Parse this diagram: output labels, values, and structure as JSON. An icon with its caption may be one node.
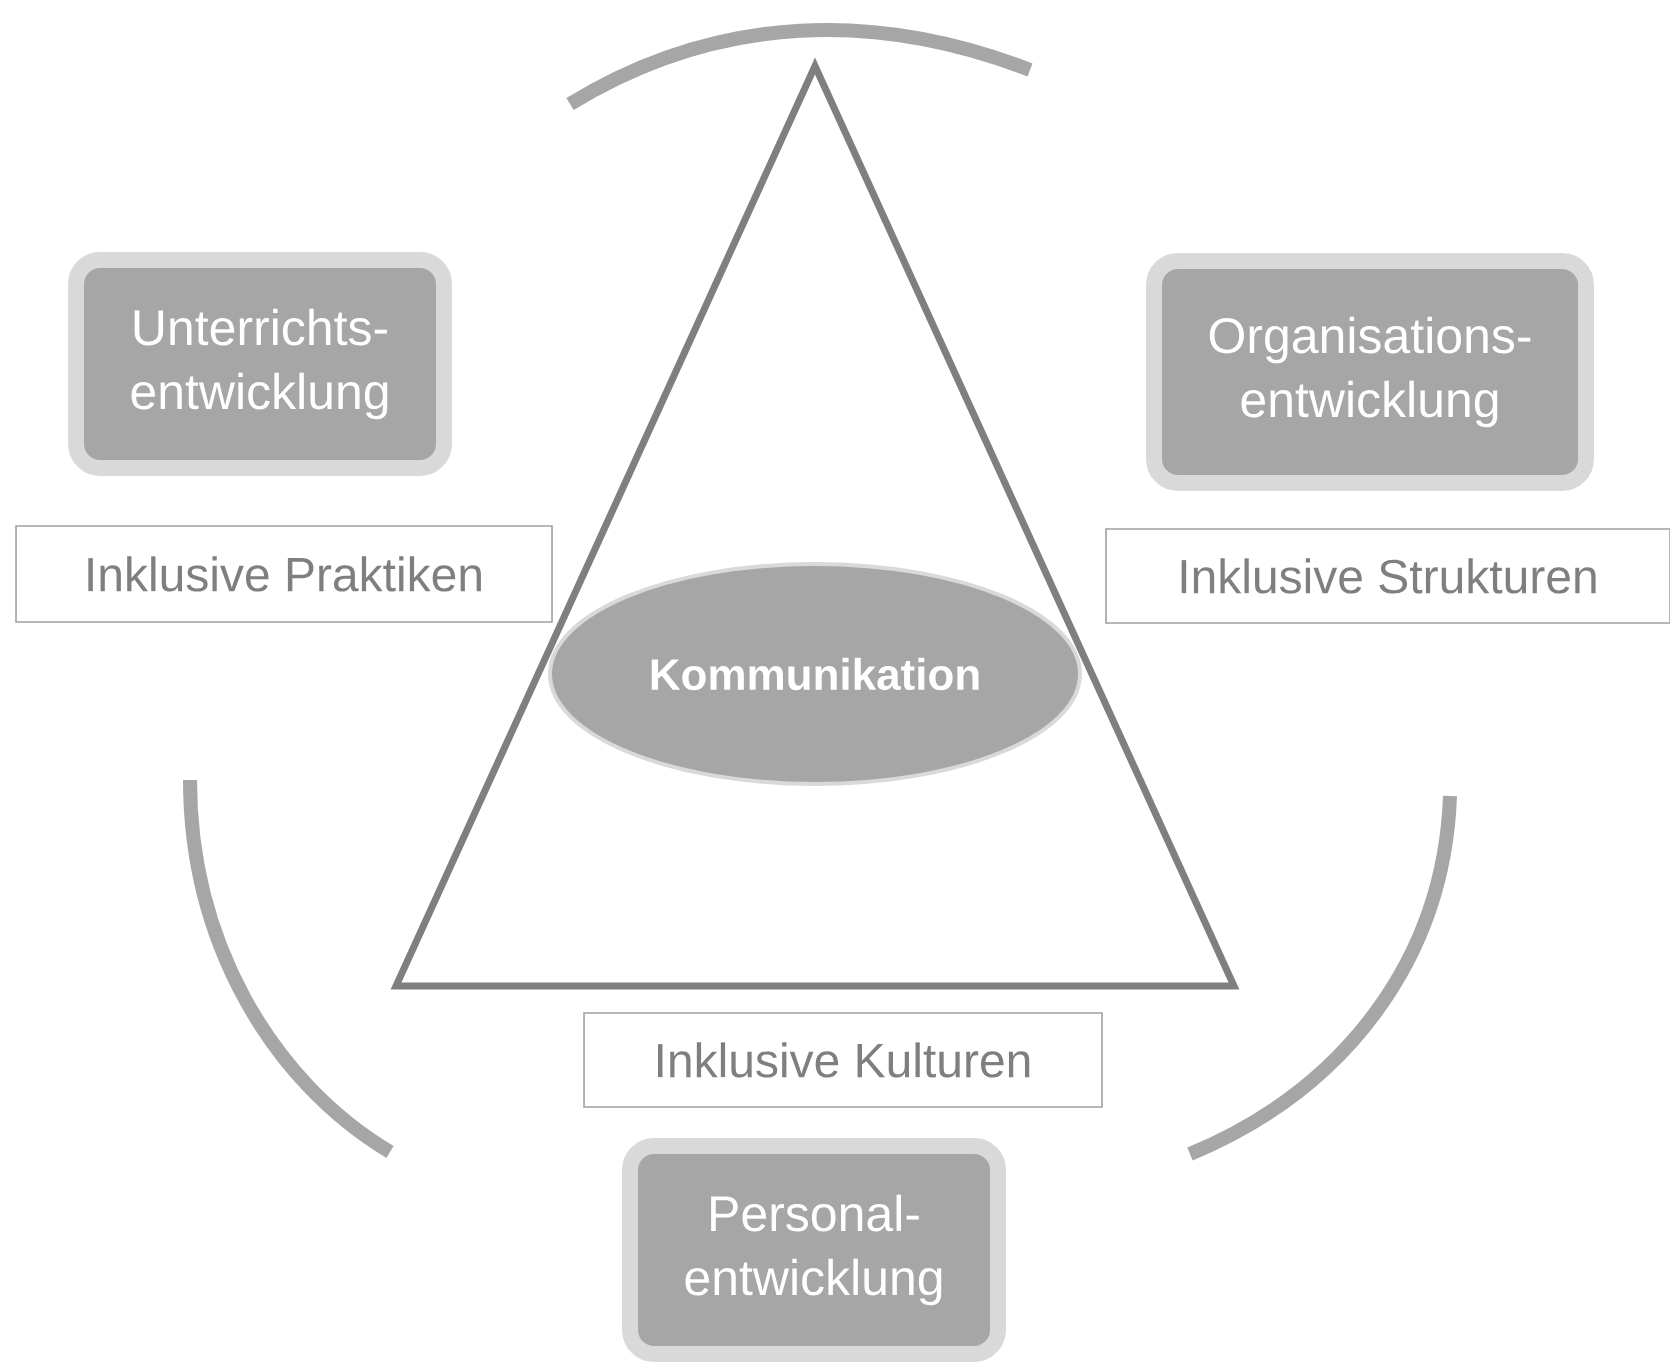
{
  "diagram": {
    "nodes": [
      {
        "text": [],
        "shape": "triangle"
      },
      {
        "text": [
          "Kommunikation"
        ],
        "in": 0
      },
      {
        "text": [
          "Unterrichts- entwicklung"
        ]
      },
      {
        "text": [
          "Inklusive Praktiken"
        ]
      },
      {
        "text": [
          "Organisations- entwicklung"
        ]
      },
      {
        "text": [
          "Inklusive Strukturen"
        ]
      },
      {
        "text": [
          "Inklusive Kulturen"
        ]
      },
      {
        "text": [
          "Personal- entwicklung"
        ]
      }
    ]
  }
}
